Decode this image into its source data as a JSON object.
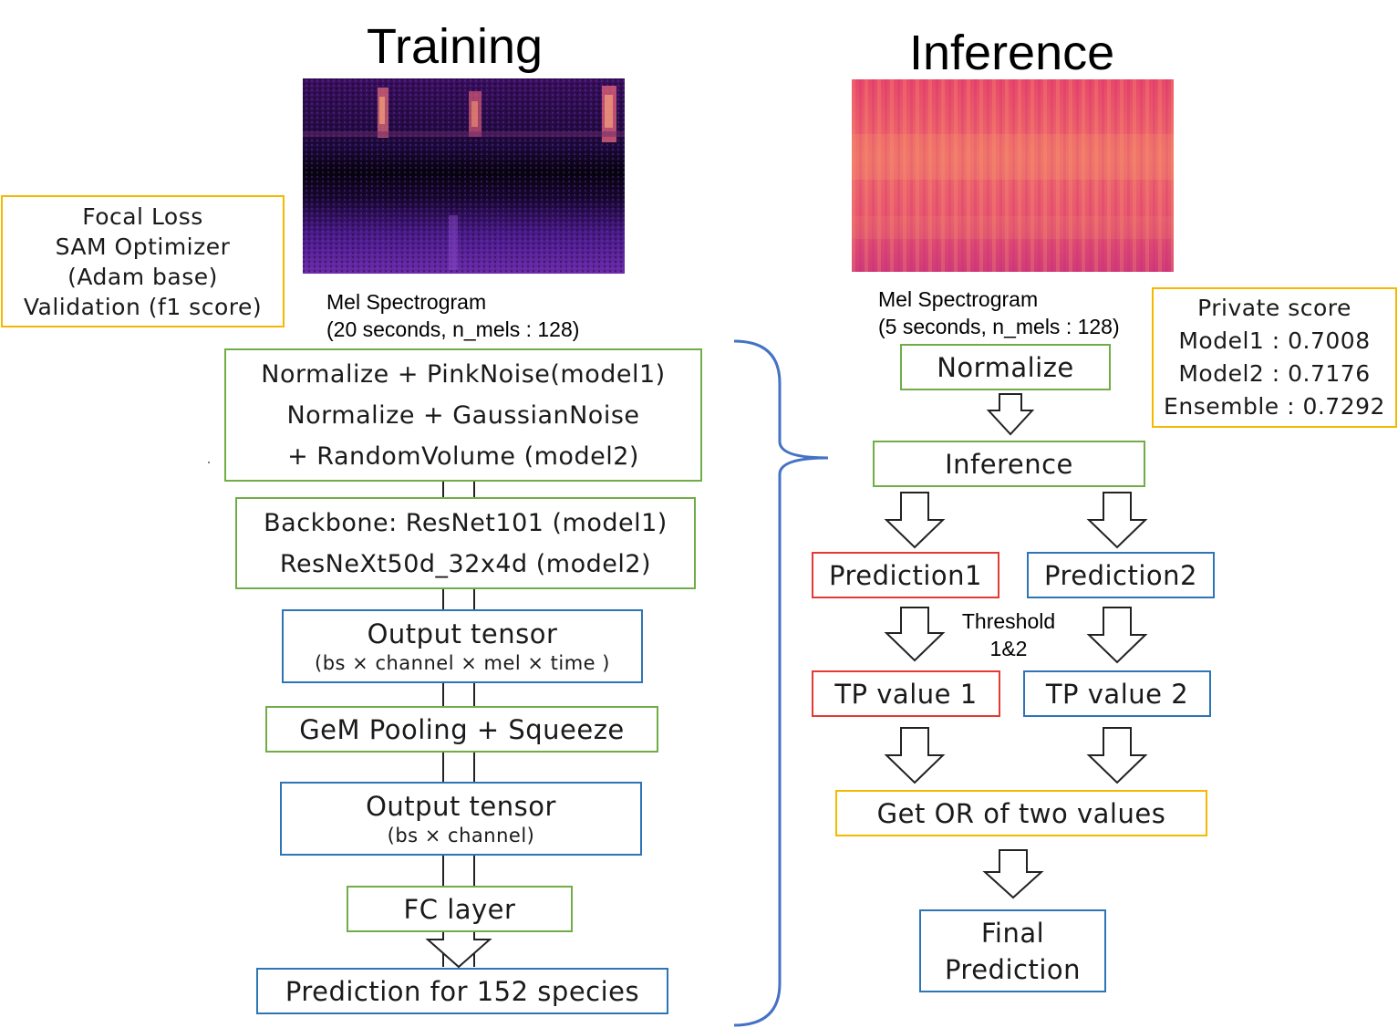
{
  "training": {
    "title": "Training",
    "spec_caption": [
      "Mel Spectrogram",
      "(20 seconds, n_mels : 128)"
    ],
    "loss_box": [
      "Focal Loss",
      "SAM Optimizer",
      "(Adam base)",
      "Validation (f1 score)"
    ],
    "augment_box": [
      "Normalize + PinkNoise(model1)",
      "Normalize + GaussianNoise",
      "+ RandomVolume (model2)"
    ],
    "backbone_box": [
      "Backbone: ResNet101 (model1)",
      "ResNeXt50d_32x4d (model2)"
    ],
    "output_tensor_1": {
      "title": "Output tensor",
      "sub": "(bs × channel × mel × time )"
    },
    "pooling_box": "GeM Pooling + Squeeze",
    "output_tensor_2": {
      "title": "Output tensor",
      "sub": "(bs × channel)"
    },
    "fc_box": "FC layer",
    "prediction_box": "Prediction for 152 species"
  },
  "inference": {
    "title": "Inference",
    "spec_caption": [
      "Mel Spectrogram",
      "(5 seconds, n_mels : 128)"
    ],
    "score_box": [
      "Private score",
      "Model1 : 0.7008",
      "Model2 : 0.7176",
      "Ensemble : 0.7292"
    ],
    "normalize_box": "Normalize",
    "inference_box": "Inference",
    "prediction1": "Prediction1",
    "prediction2": "Prediction2",
    "threshold_label": [
      "Threshold",
      "1&2"
    ],
    "tp1": "TP value 1",
    "tp2": "TP value 2",
    "or_box": "Get OR of two values",
    "final_box": [
      "Final",
      "Prediction"
    ]
  },
  "colors": {
    "green": "#70ad47",
    "blue": "#2e75b6",
    "red": "#e53935",
    "gold": "#f5b800",
    "brace": "#4472c4"
  }
}
